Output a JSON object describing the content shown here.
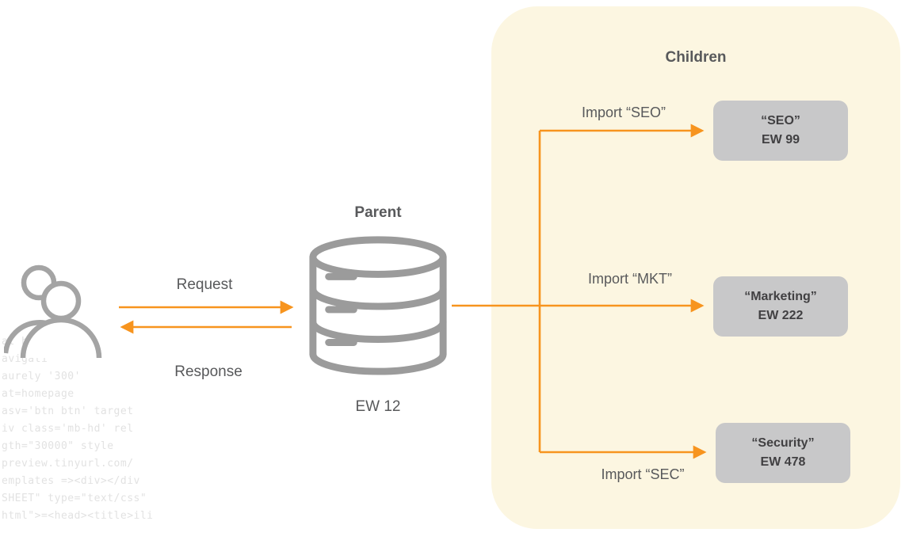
{
  "diagram": {
    "request_label": "Request",
    "response_label": "Response",
    "parent": {
      "title": "Parent",
      "id": "EW 12"
    },
    "children": {
      "panel_title": "Children",
      "items": [
        {
          "import_label": "Import “SEO”",
          "title": "“SEO”",
          "id": "EW 99"
        },
        {
          "import_label": "Import “MKT”",
          "title": "“Marketing”",
          "id": "EW 222"
        },
        {
          "import_label": "Import “SEC”",
          "title": "“Security”",
          "id": "EW 478"
        }
      ]
    }
  },
  "colors": {
    "accent_orange": "#F7941E",
    "panel_bg": "#FCF6E1",
    "box_bg": "#C8C8C9",
    "icon_gray": "#A4A4A4",
    "text_gray": "#58595B"
  },
  "background_code": "al hre\navigati\naurely '300'\nat=homepage\nasv='btn btn' target\niv class='mb-hd' rel\ngth=\"30000\" style\npreview.tinyurl.com/\nemplates =><div></div\nSHEET\" type=\"text/css\"\nhtml\">=<head><title>ili"
}
